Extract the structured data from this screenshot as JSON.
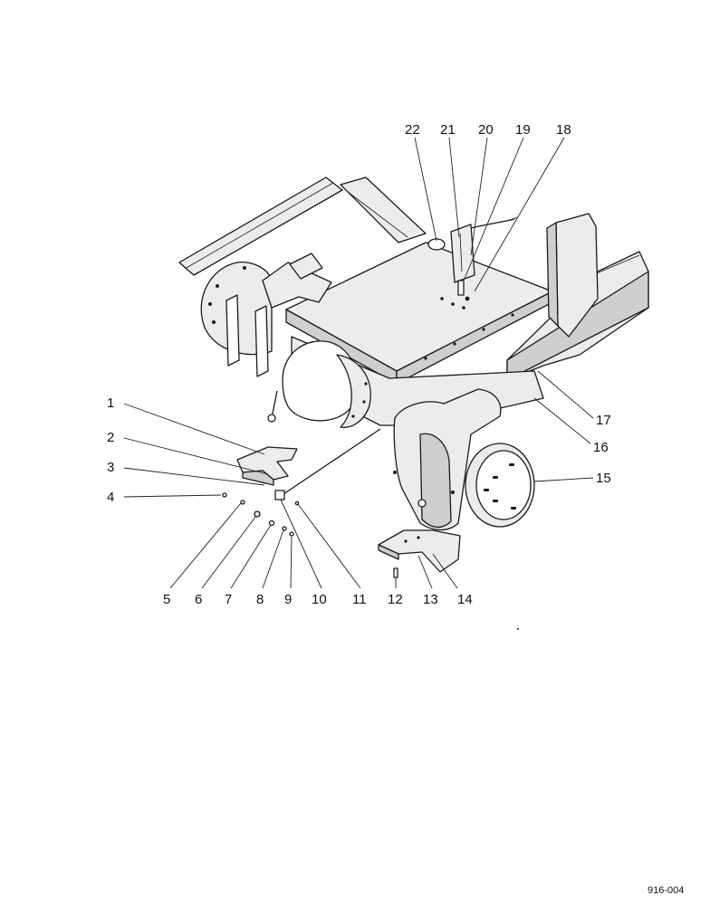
{
  "callouts": [
    {
      "n": "1",
      "label": "1"
    },
    {
      "n": "2",
      "label": "2"
    },
    {
      "n": "3",
      "label": "3"
    },
    {
      "n": "4",
      "label": "4"
    },
    {
      "n": "5",
      "label": "5"
    },
    {
      "n": "6",
      "label": "6"
    },
    {
      "n": "7",
      "label": "7"
    },
    {
      "n": "8",
      "label": "8"
    },
    {
      "n": "9",
      "label": "9"
    },
    {
      "n": "10",
      "label": "10"
    },
    {
      "n": "11",
      "label": "11"
    },
    {
      "n": "12",
      "label": "12"
    },
    {
      "n": "13",
      "label": "13"
    },
    {
      "n": "14",
      "label": "14"
    },
    {
      "n": "15",
      "label": "15"
    },
    {
      "n": "16",
      "label": "16"
    },
    {
      "n": "17",
      "label": "17"
    },
    {
      "n": "18",
      "label": "18"
    },
    {
      "n": "19",
      "label": "19"
    },
    {
      "n": "20",
      "label": "20"
    },
    {
      "n": "21",
      "label": "21"
    },
    {
      "n": "22",
      "label": "22"
    }
  ],
  "drawing_code": "916-004"
}
